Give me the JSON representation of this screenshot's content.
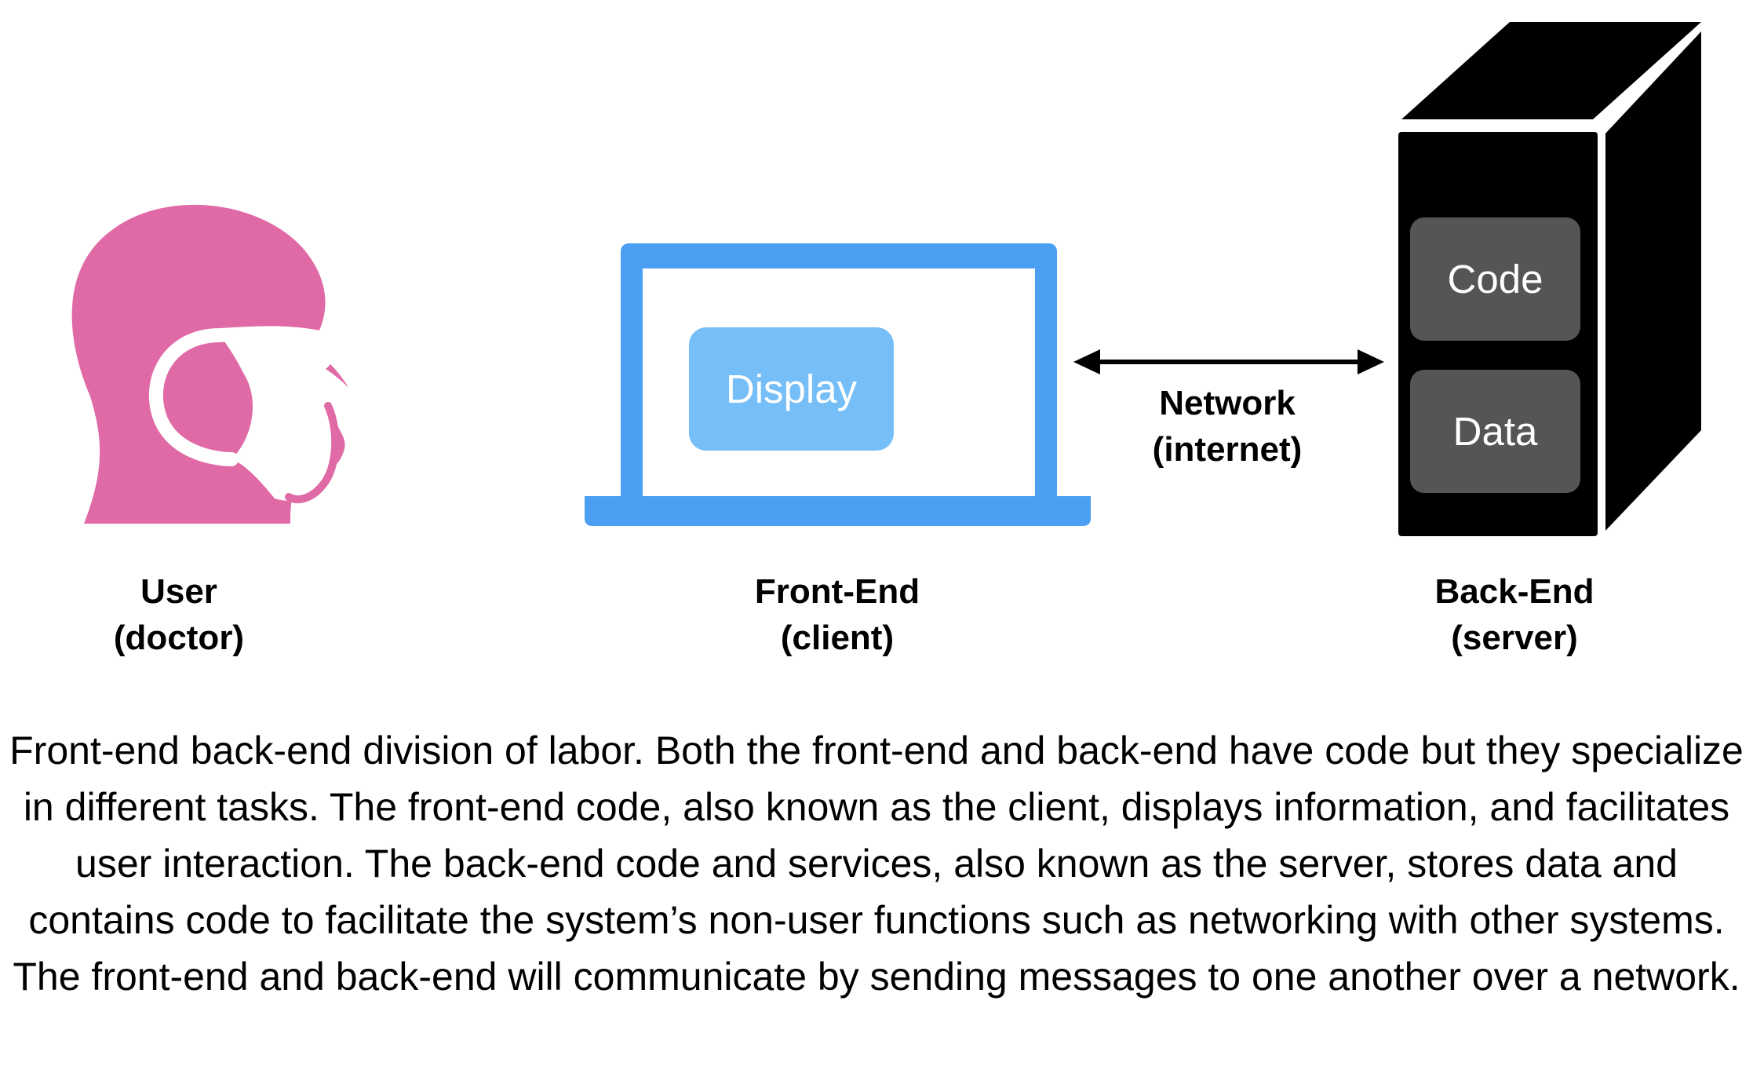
{
  "user": {
    "icon": "masked-head-icon",
    "title": "User",
    "subtitle": "(doctor)"
  },
  "frontend": {
    "icon": "laptop-icon",
    "display_label": "Display",
    "title": "Front-End",
    "subtitle": "(client)"
  },
  "network": {
    "icon": "double-arrow-icon",
    "title": "Network",
    "subtitle": "(internet)"
  },
  "backend": {
    "icon": "server-icon",
    "code_label": "Code",
    "data_label": "Data",
    "title": "Back-End",
    "subtitle": "(server)"
  },
  "caption": "Front-end back-end division of labor. Both the front-end and back-end have code but they specialize in different tasks. The front-end code, also known as the client, displays information, and facilitates user interaction. The back-end code and services, also known as the server, stores data and contains code to facilitate the system’s non-user functions such as networking with other systems. The front-end and back-end will communicate by sending messages to one another over a network.",
  "colors": {
    "user_pink": "#e06aa6",
    "laptop_blue": "#4a9ff2",
    "display_blue": "#75bef7",
    "server_black": "#000000",
    "server_panel": "#555555"
  }
}
